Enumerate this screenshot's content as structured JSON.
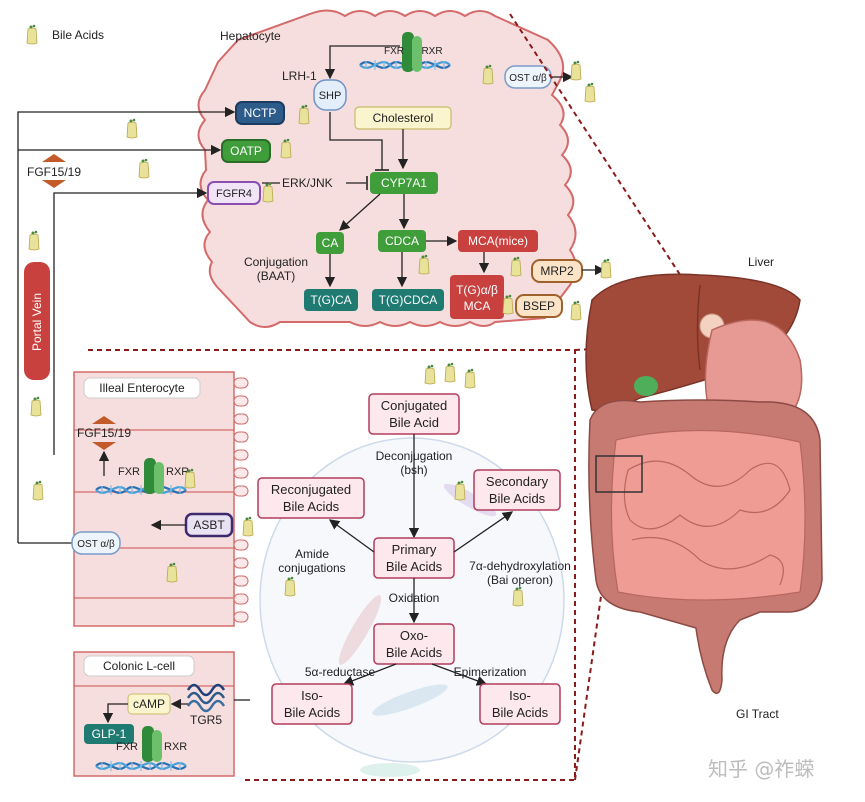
{
  "legend": {
    "bile_acids": "Bile Acids"
  },
  "hepatocyte": {
    "title": "Hepatocyte",
    "fxr": "FXR",
    "rxr": "RXR",
    "lrh1": "LRH-1",
    "shp": "SHP",
    "cholesterol": "Cholesterol",
    "cyp7a1": "CYP7A1",
    "erk_jnk": "ERK/JNK",
    "ca": "CA",
    "cdca": "CDCA",
    "mca": "MCA(mice)",
    "tgca": "T(G)CA",
    "tgcdca": "T(G)CDCA",
    "tgmca_line1": "T(G)α/β",
    "tgmca_line2": "MCA",
    "conjugation_line1": "Conjugation",
    "conjugation_line2": "(BAAT)",
    "ost": "OST α/β",
    "mrp2": "MRP2",
    "bsep": "BSEP"
  },
  "transporters": {
    "ntcp": "NCTP",
    "oatp": "OATP",
    "fgfr4": "FGFR4"
  },
  "fgf_label": "FGF15/19",
  "portal_vein": "Portal Vein",
  "organs": {
    "liver": "Liver",
    "gi_tract": "GI Tract"
  },
  "ileal": {
    "title": "Illeal Enterocyte",
    "fgf": "FGF15/19",
    "fxr": "FXR",
    "rxr": "RXR",
    "asbt": "ASBT",
    "ost": "OST α/β"
  },
  "colonic": {
    "title": "Colonic L-cell",
    "camp": "cAMP",
    "glp1": "GLP-1",
    "tgr5": "TGR5",
    "fxr": "FXR",
    "rxr": "RXR"
  },
  "microbiome": {
    "conjugated_line1": "Conjugated",
    "conjugated_line2": "Bile Acid",
    "deconj_line1": "Deconjugation",
    "deconj_line2": "(bsh)",
    "primary_line1": "Primary",
    "primary_line2": "Bile Acids",
    "reconj_line1": "Reconjugated",
    "reconj_line2": "Bile Acids",
    "amide_line1": "Amide",
    "amide_line2": "conjugations",
    "secondary_line1": "Secondary",
    "secondary_line2": "Bile Acids",
    "dehydrox_line1": "7α-dehydroxylation",
    "dehydrox_line2": "(Bai operon)",
    "oxidation": "Oxidation",
    "oxo_line1": "Oxo-",
    "oxo_line2": "Bile Acids",
    "reductase": "5α-reductase",
    "epimerization": "Epimerization",
    "iso_line1": "Iso-",
    "iso_line2": "Bile Acids"
  },
  "watermark": "知乎 @祚蝾",
  "colors": {
    "green": "#3f9e3a",
    "teal": "#1f7a72",
    "red": "#c9413f",
    "navy": "#2d5c8a",
    "purple": "#6a3d8f",
    "brown": "#a0622d",
    "cell_fill": "#f7dede",
    "cell_edge": "#d46a6a",
    "dashed": "#8b1a1a"
  }
}
